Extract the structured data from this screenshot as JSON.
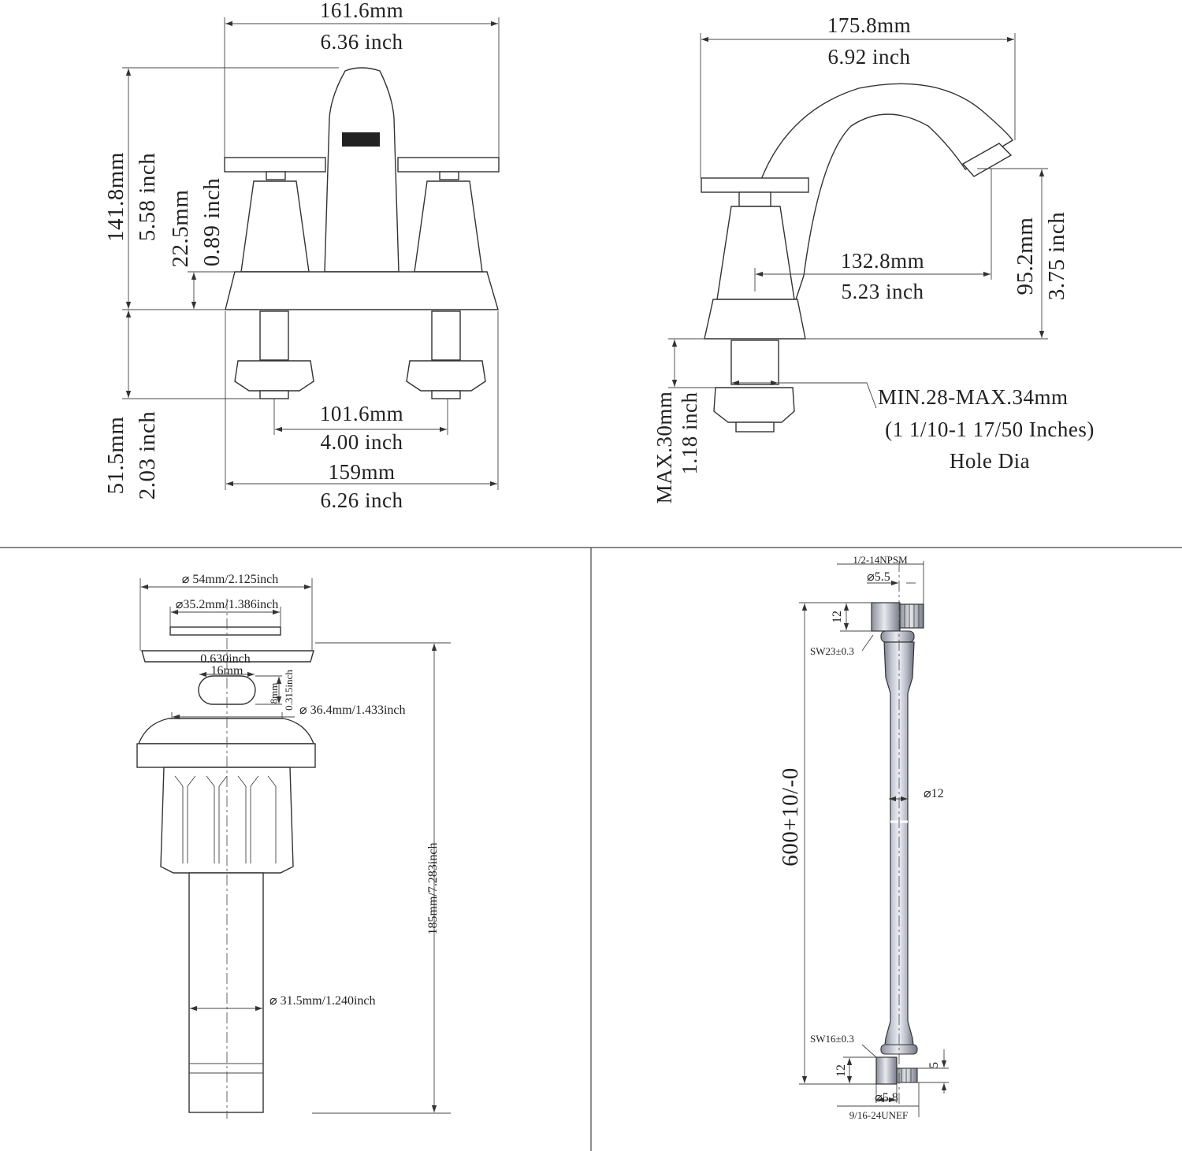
{
  "views": {
    "front": {
      "width_top_mm": "161.6mm",
      "width_top_in": "6.36  inch",
      "height_mm": "141.8mm",
      "height_in": "5.58  inch",
      "deck_mm": "22.5mm",
      "deck_in": "0.89  inch",
      "shank_mm": "51.5mm",
      "shank_in": "2.03  inch",
      "spread_mm": "101.6mm",
      "spread_in": "4.00  inch",
      "base_mm": "159mm",
      "base_in": "6.26  inch"
    },
    "side": {
      "reach_total_mm": "175.8mm",
      "reach_total_in": "6.92  inch",
      "reach_mm": "132.8mm",
      "reach_in": "5.23  inch",
      "spout_h_mm": "95.2mm",
      "spout_h_in": "3.75  inch",
      "deck_max_mm": "MAX.30mm",
      "deck_max_in": "1.18  inch",
      "hole_line1": "MIN.28-MAX.34mm",
      "hole_line2": "(1 1/10-1 17/50 Inches)",
      "hole_line3": "Hole Dia"
    },
    "drain": {
      "d_top": "⌀ 54mm/2.125inch",
      "d_cap": "⌀35.2mm/1.386inch",
      "slot_w_in": "0.630inch",
      "slot_w_mm": "16mm",
      "slot_h_mm": "8mm",
      "slot_h_in": "0.315inch",
      "d_flange": "⌀ 36.4mm/1.433inch",
      "d_tail": "⌀ 31.5mm/1.240inch",
      "length": "185mm/7.283inch"
    },
    "hose": {
      "thread_top": "1/2-14NPSM",
      "d_top": "⌀5.5",
      "nut_h_top": "12",
      "sw_top": "SW23±0.3",
      "length": "600+10/-0",
      "d_hose": "⌀12",
      "sw_bottom": "SW16±0.3",
      "nut_h_bottom": "12",
      "tol": "5",
      "d_bottom": "⌀5.8",
      "thread_bottom": "9/16-24UNEF"
    }
  }
}
